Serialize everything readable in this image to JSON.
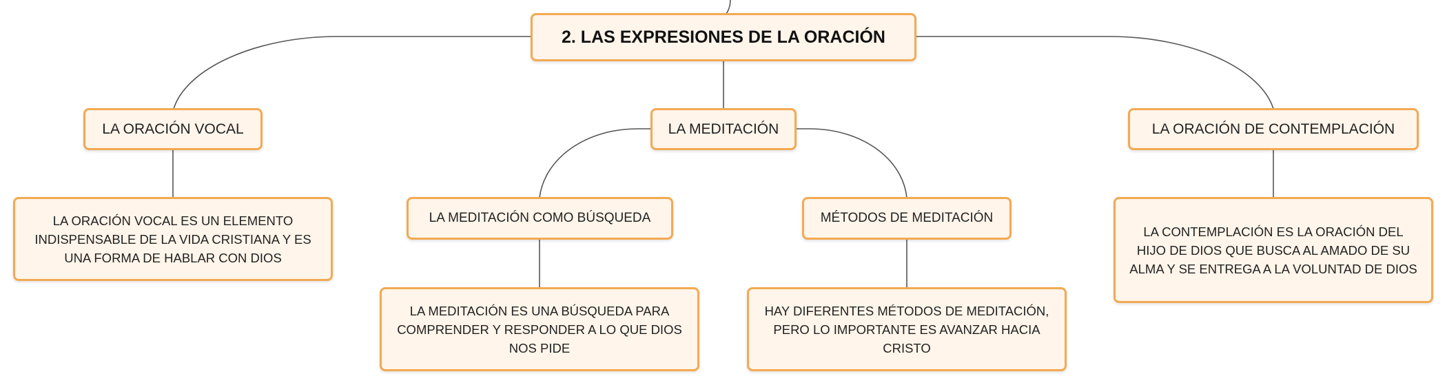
{
  "diagram": {
    "root": {
      "label": "2. LAS EXPRESIONES DE LA ORACIÓN"
    },
    "branches": [
      {
        "label": "LA ORACIÓN VOCAL",
        "description": "LA ORACIÓN VOCAL ES UN ELEMENTO INDISPENSABLE DE LA VIDA CRISTIANA Y ES UNA FORMA DE HABLAR CON DIOS"
      },
      {
        "label": "LA MEDITACIÓN",
        "children": [
          {
            "label": "LA MEDITACIÓN COMO BÚSQUEDA",
            "description": "LA MEDITACIÓN ES UNA BÚSQUEDA PARA COMPRENDER Y RESPONDER A LO QUE DIOS NOS PIDE"
          },
          {
            "label": "MÉTODOS DE MEDITACIÓN",
            "description": "HAY DIFERENTES MÉTODOS DE MEDITACIÓN, PERO LO IMPORTANTE ES AVANZAR HACIA CRISTO"
          }
        ]
      },
      {
        "label": "LA ORACIÓN DE CONTEMPLACIÓN",
        "description": "LA CONTEMPLACIÓN ES LA ORACIÓN DEL HIJO DE DIOS QUE BUSCA AL AMADO DE SU ALMA Y SE ENTREGA A LA VOLUNTAD DE DIOS"
      }
    ]
  },
  "colors": {
    "node_border": "#f3a953",
    "node_fill": "#fff5ea",
    "connector": "#555555"
  }
}
